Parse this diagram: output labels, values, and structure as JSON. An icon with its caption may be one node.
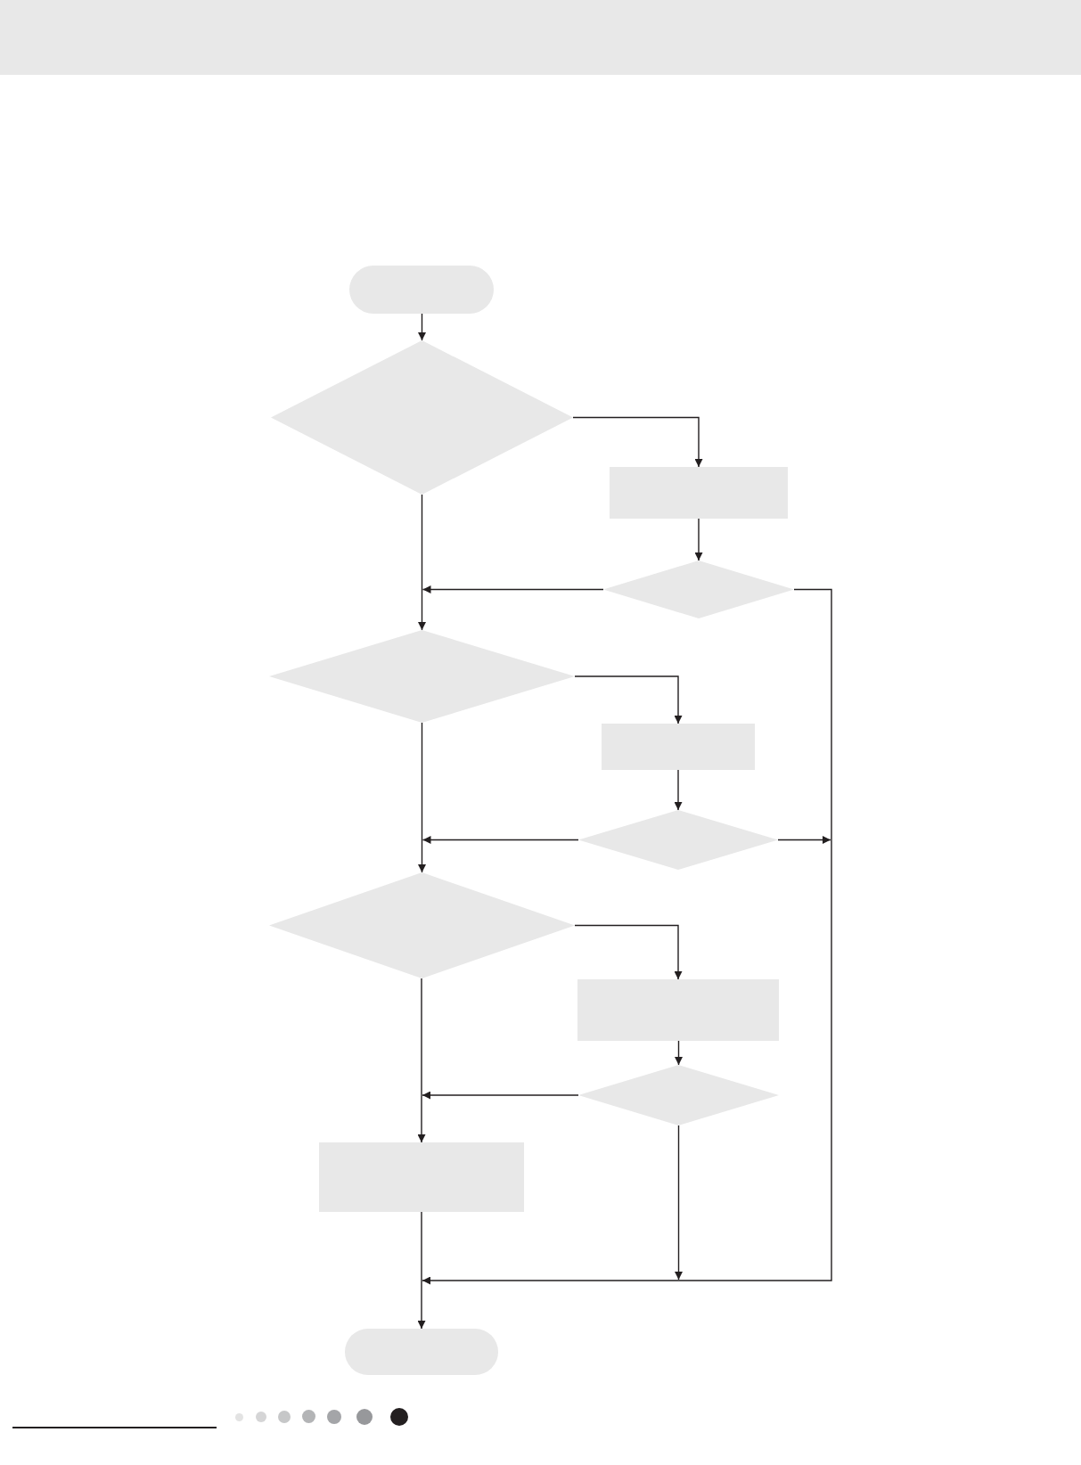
{
  "diagram": {
    "nodes": [
      {
        "text": [],
        "shape": "pill"
      },
      {
        "text": [],
        "shape": "diamond"
      },
      {
        "text": [],
        "shape": "box"
      },
      {
        "text": [],
        "shape": "diamond"
      },
      {
        "text": [],
        "shape": "diamond"
      },
      {
        "text": [],
        "shape": "box"
      },
      {
        "text": [],
        "shape": "diamond"
      },
      {
        "text": [],
        "shape": "diamond"
      },
      {
        "text": [],
        "shape": "box"
      },
      {
        "text": [],
        "shape": "diamond"
      },
      {
        "text": [],
        "shape": "box"
      },
      {
        "text": [],
        "shape": "pill"
      }
    ],
    "edges": [
      {
        "from": 0,
        "to": 1,
        "arrow": "to"
      },
      {
        "from": 1,
        "to": 2,
        "arrow": "to"
      },
      {
        "from": 2,
        "to": 3,
        "arrow": "to"
      },
      {
        "from": 1,
        "to": 4,
        "arrow": "to"
      },
      {
        "from": 3,
        "to": 4,
        "arrow": "to"
      },
      {
        "from": 3,
        "to": 11,
        "arrow": "to"
      },
      {
        "from": 4,
        "to": 5,
        "arrow": "to"
      },
      {
        "from": 5,
        "to": 6,
        "arrow": "to"
      },
      {
        "from": 4,
        "to": 7,
        "arrow": "to"
      },
      {
        "from": 6,
        "to": 7,
        "arrow": "to"
      },
      {
        "from": 6,
        "to": 11,
        "arrow": "to"
      },
      {
        "from": 7,
        "to": 8,
        "arrow": "to"
      },
      {
        "from": 8,
        "to": 9,
        "arrow": "to"
      },
      {
        "from": 7,
        "to": 10,
        "arrow": "to"
      },
      {
        "from": 9,
        "to": 10,
        "arrow": "to"
      },
      {
        "from": 9,
        "to": 11,
        "arrow": "to"
      },
      {
        "from": 10,
        "to": 11,
        "arrow": "to"
      }
    ]
  }
}
